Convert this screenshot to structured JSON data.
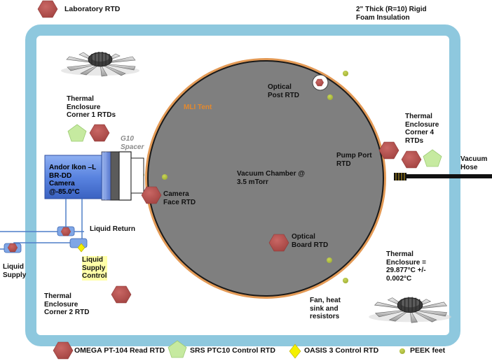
{
  "labels": {
    "laboratory_rtd": "Laboratory RTD",
    "insulation": "2\" Thick (R=10) Rigid\nFoam Insulation",
    "corner1": "Thermal\nEnclosure\nCorner 1 RTDs",
    "corner2": "Thermal\nEnclosure\nCorner 2 RTD",
    "corner4": "Thermal\nEnclosure\nCorner 4\nRTDs",
    "g10_spacer": "G10\nSpacer",
    "mli_tent": "MLI Tent",
    "optical_post_rtd": "Optical\nPost RTD",
    "pump_port_rtd": "Pump Port\nRTD",
    "vacuum_hose": "Vacuum\nHose",
    "vacuum_chamber": "Vacuum Chamber @\n3.5 mTorr",
    "camera": "Andor Ikon –L\nBR-DD\nCamera\n@-85.0°C",
    "camera_face_rtd": "Camera\nFace RTD",
    "liquid_return": "Liquid Return",
    "liquid_supply": "Liquid\nSupply",
    "liquid_supply_control": "Liquid\nSupply\nControl",
    "optical_board_rtd": "Optical\nBoard RTD",
    "enclosure_temp": "Thermal\nEnclosure =\n29.877°C +/-\n0.002°C",
    "fan": "Fan, heat\nsink and\nresistors"
  },
  "legend": [
    {
      "label": "OMEGA PT-104 Read RTD",
      "icon": "hexagon-icon",
      "color": "#b5504e"
    },
    {
      "label": "SRS PTC10 Control RTD",
      "icon": "pentagon-icon",
      "color": "#c6eaa0"
    },
    {
      "label": "OASIS 3 Control RTD",
      "icon": "diamond-icon",
      "color": "#f4f000"
    },
    {
      "label": "PEEK feet",
      "icon": "dot-icon",
      "color": "#b3c23a"
    }
  ],
  "colors": {
    "enclosure_border": "#8ec8de",
    "chamber_fill": "#7f7f7f",
    "mli_ring": "#e39a56",
    "rtd_hex": "#b5504e",
    "control_pentagon": "#c6eaa0",
    "peek_foot": "#b3c23a",
    "camera_blue": "#5a84e0",
    "pipe_blue": "#4f7fc9"
  }
}
